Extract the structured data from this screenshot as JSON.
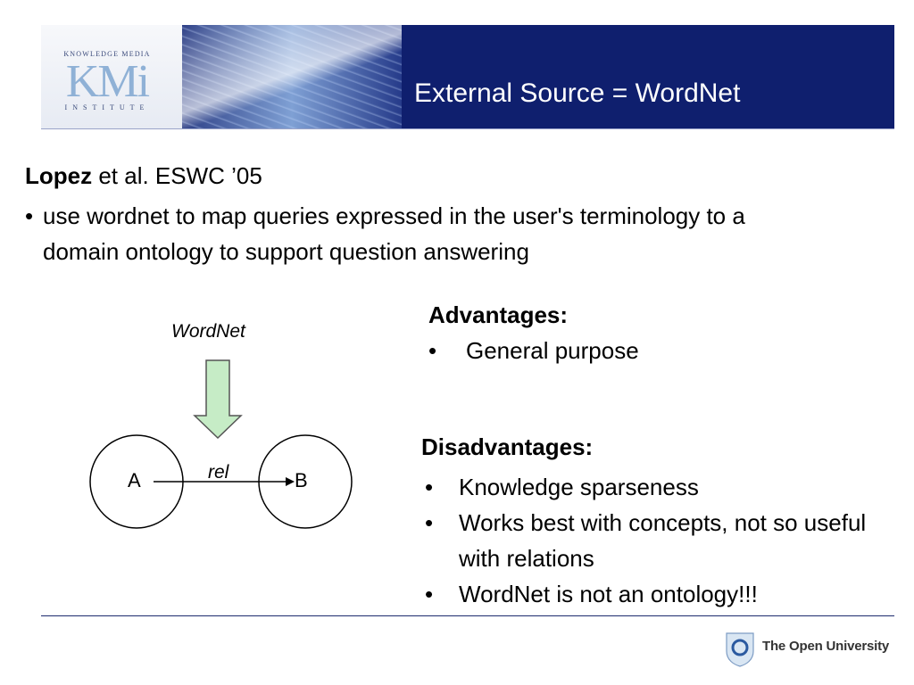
{
  "header": {
    "title": "External Source = WordNet",
    "logo_top": "KNOWLEDGE MEDIA",
    "logo_main": "KMi",
    "logo_bottom": "INSTITUTE"
  },
  "citation": {
    "author": "Lopez",
    "rest": " et al. ESWC ’05"
  },
  "main_bullet": {
    "marker": "•",
    "text": "use wordnet to map queries expressed in the user's terminology to a domain ontology to support question answering"
  },
  "advantages": {
    "heading": "Advantages:",
    "items": [
      "General purpose"
    ]
  },
  "disadvantages": {
    "heading": "Disadvantages:",
    "items": [
      "Knowledge sparseness",
      "Works best with concepts, not so useful with relations",
      "WordNet is not an ontology!!!"
    ]
  },
  "diagram": {
    "source_label": "WordNet",
    "node_a": "A",
    "node_b": "B",
    "relation": "rel"
  },
  "footer": {
    "university": "The Open University"
  },
  "colors": {
    "banner": "#0f1f6e",
    "arrow_fill": "#c6ecc6"
  }
}
